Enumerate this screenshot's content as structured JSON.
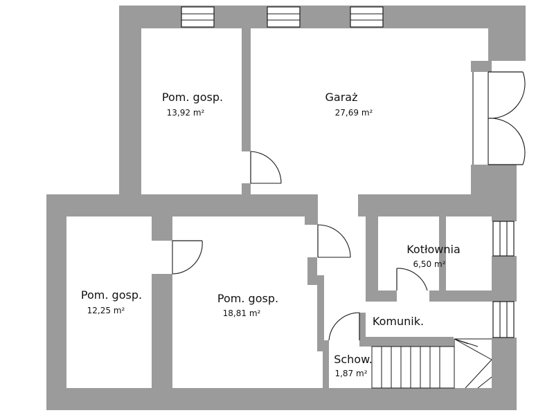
{
  "rooms": [
    {
      "name": "Pom. gosp.",
      "area": "13,92 m²"
    },
    {
      "name": "Garaż",
      "area": "27,69 m²"
    },
    {
      "name": "Kotłownia",
      "area": "6,50 m²"
    },
    {
      "name": "Pom. gosp.",
      "area": "12,25 m²"
    },
    {
      "name": "Pom. gosp.",
      "area": "18,81 m²"
    },
    {
      "name": "Komunik.",
      "area": ""
    },
    {
      "name": "Schow.",
      "area": "1,87 m²"
    }
  ],
  "colors": {
    "wall": "#9b9b9b",
    "line": "#1a1a1a",
    "background": "#ffffff"
  }
}
